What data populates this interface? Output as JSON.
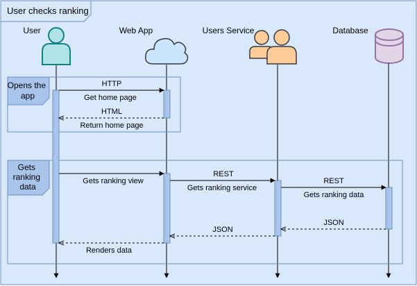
{
  "frame": {
    "title": "User checks ranking"
  },
  "participants": [
    {
      "id": "user",
      "label": "User",
      "icon": "user-icon"
    },
    {
      "id": "webapp",
      "label": "Web App",
      "icon": "cloud-icon"
    },
    {
      "id": "users_service",
      "label": "Users Service",
      "icon": "users-group-icon"
    },
    {
      "id": "database",
      "label": "Database",
      "icon": "database-icon"
    }
  ],
  "groups": [
    {
      "id": "opens_app",
      "label_lines": [
        "Opens the",
        "app"
      ]
    },
    {
      "id": "gets_ranking",
      "label_lines": [
        "Gets",
        "ranking",
        "data"
      ]
    }
  ],
  "messages": [
    {
      "id": "http",
      "label": "HTTP",
      "from": "user",
      "to": "webapp",
      "kind": "request"
    },
    {
      "id": "get_home_page",
      "label": "Get home page",
      "from": "user",
      "to": "webapp",
      "kind": "note"
    },
    {
      "id": "html",
      "label": "HTML",
      "from": "webapp",
      "to": "user",
      "kind": "return"
    },
    {
      "id": "return_home_page",
      "label": "Return home page",
      "from": "webapp",
      "to": "user",
      "kind": "note"
    },
    {
      "id": "gets_ranking_view",
      "label": "Gets ranking view",
      "from": "user",
      "to": "webapp",
      "kind": "request"
    },
    {
      "id": "rest_1",
      "label": "REST",
      "from": "webapp",
      "to": "users_service",
      "kind": "request"
    },
    {
      "id": "gets_ranking_service",
      "label": "Gets ranking service",
      "from": "webapp",
      "to": "users_service",
      "kind": "note"
    },
    {
      "id": "rest_2",
      "label": "REST",
      "from": "users_service",
      "to": "database",
      "kind": "request"
    },
    {
      "id": "gets_ranking_data",
      "label": "Gets ranking data",
      "from": "users_service",
      "to": "database",
      "kind": "note"
    },
    {
      "id": "json_1",
      "label": "JSON",
      "from": "database",
      "to": "users_service",
      "kind": "return"
    },
    {
      "id": "json_2",
      "label": "JSON",
      "from": "users_service",
      "to": "webapp",
      "kind": "return"
    },
    {
      "id": "renders_data",
      "label": "Renders data",
      "from": "webapp",
      "to": "user",
      "kind": "return-note"
    }
  ],
  "colors": {
    "background": "#dae8fc",
    "border": "#6c8ebf",
    "activation": "#a9c4eb",
    "user_icon_fill": "#b0e3e6",
    "user_icon_stroke": "#0e8088",
    "cloud_fill": "#cce5ff",
    "cloud_stroke": "#36393d",
    "people_fill": "#ffcc99",
    "people_stroke": "#36393d",
    "db_fill": "#e1d5e7",
    "db_stroke": "#9673a6"
  }
}
